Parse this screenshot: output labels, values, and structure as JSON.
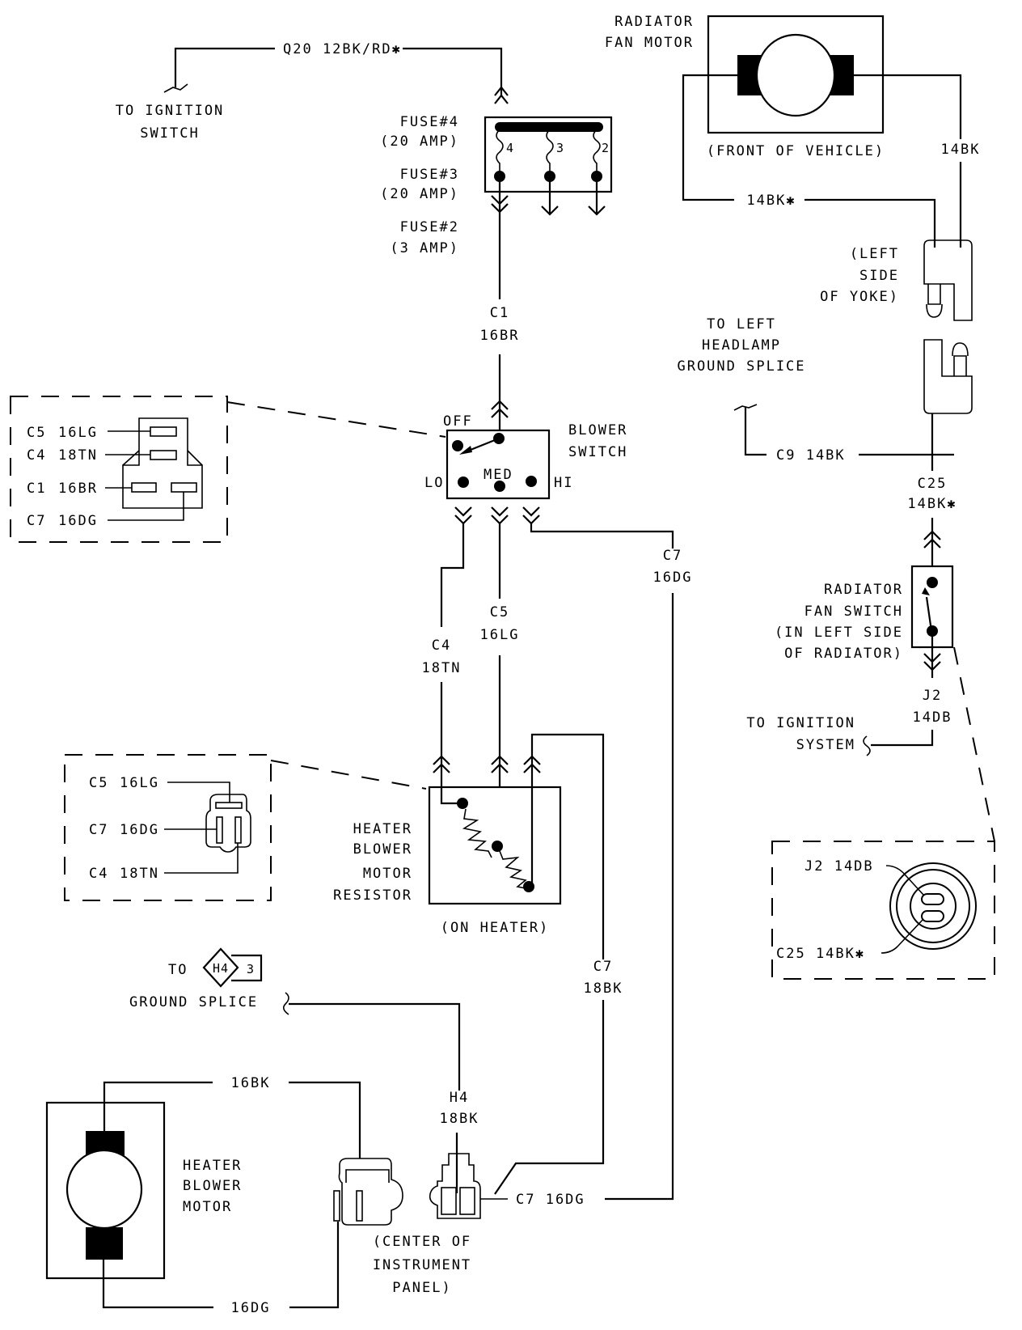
{
  "diagram": {
    "title": "Heater Blower and Radiator Fan Wiring",
    "ignition_feed": {
      "wire": "Q20 12BK/RD✱",
      "destination": [
        "TO IGNITION",
        "SWITCH"
      ]
    },
    "fuse_block": {
      "fuses": [
        {
          "label": "FUSE#4",
          "rating": "(20 AMP)",
          "number": "4"
        },
        {
          "label": "FUSE#3",
          "rating": "(20 AMP)",
          "number": "3"
        },
        {
          "label": "FUSE#2",
          "rating": "(3 AMP)",
          "number": "2"
        }
      ]
    },
    "wire_c1": {
      "circuit": "C1",
      "gauge_color": "16BR"
    },
    "blower_switch": {
      "label": [
        "BLOWER",
        "SWITCH"
      ],
      "positions": {
        "off": "OFF",
        "lo": "LO",
        "med": "MED",
        "hi": "HI"
      }
    },
    "switch_connector_detail": {
      "pins": [
        {
          "circuit": "C5",
          "wire": "16LG"
        },
        {
          "circuit": "C4",
          "wire": "18TN"
        },
        {
          "circuit": "C1",
          "wire": "16BR"
        },
        {
          "circuit": "C7",
          "wire": "16DG"
        }
      ]
    },
    "wire_c4": {
      "circuit": "C4",
      "gauge_color": "18TN"
    },
    "wire_c5": {
      "circuit": "C5",
      "gauge_color": "16LG"
    },
    "wire_c7_hi": {
      "circuit": "C7",
      "gauge_color": "16DG"
    },
    "resistor": {
      "label": [
        "HEATER",
        "BLOWER",
        "MOTOR",
        "RESISTOR"
      ],
      "location": "(ON HEATER)"
    },
    "resistor_connector_detail": {
      "pins": [
        {
          "circuit": "C5",
          "wire": "16LG"
        },
        {
          "circuit": "C7",
          "wire": "16DG"
        },
        {
          "circuit": "C4",
          "wire": "18TN"
        }
      ]
    },
    "wire_c7_resistor_out": {
      "circuit": "C7",
      "gauge_color": "18BK"
    },
    "ground_splice": {
      "prefix": "TO",
      "splice_id": "H4",
      "page_ref": "3",
      "label": "GROUND SPLICE"
    },
    "wire_h4": {
      "circuit": "H4",
      "gauge_color": "18BK"
    },
    "blower_motor": {
      "label": [
        "HEATER",
        "BLOWER",
        "MOTOR"
      ],
      "wire_top": "16BK",
      "wire_bottom": "16DG"
    },
    "instrument_panel_connector": {
      "location": [
        "(CENTER OF",
        "INSTRUMENT",
        "PANEL)"
      ],
      "wire_right": "C7 16DG"
    },
    "radiator_fan_motor": {
      "label": [
        "RADIATOR",
        "FAN MOTOR"
      ],
      "location": "(FRONT OF VEHICLE)",
      "wire_right": "14BK",
      "wire_left": "14BK✱"
    },
    "yoke_connector": {
      "location": [
        "(LEFT",
        "SIDE",
        "OF YOKE)"
      ]
    },
    "headlamp_ground": {
      "label": [
        "TO LEFT",
        "HEADLAMP",
        "GROUND SPLICE"
      ],
      "wire": "C9 14BK"
    },
    "wire_c25": {
      "circuit": "C25",
      "gauge_color": "14BK✱"
    },
    "radiator_fan_switch": {
      "label": [
        "RADIATOR",
        "FAN SWITCH",
        "(IN LEFT SIDE",
        "OF RADIATOR)"
      ]
    },
    "wire_j2": {
      "circuit": "J2",
      "gauge_color": "14DB"
    },
    "ignition_system": {
      "label": [
        "TO IGNITION",
        "SYSTEM"
      ]
    },
    "fan_switch_connector_detail": {
      "pins": [
        {
          "label": "J2 14DB"
        },
        {
          "label": "C25 14BK✱"
        }
      ]
    }
  }
}
